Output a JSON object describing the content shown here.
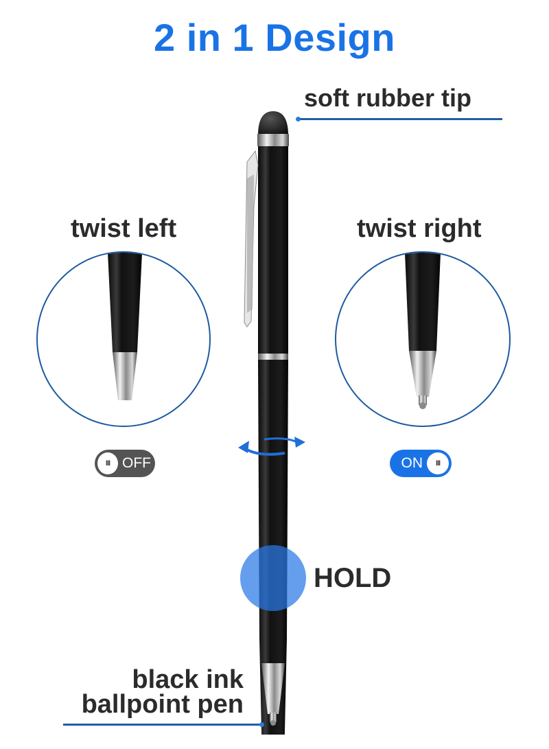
{
  "title": "2 in 1 Design",
  "labels": {
    "soft_tip": "soft rubber tip",
    "twist_left": "twist left",
    "twist_right": "twist right",
    "hold": "HOLD",
    "ink_line1": "black ink",
    "ink_line2": "ballpoint pen"
  },
  "toggles": {
    "left": {
      "state": "OFF",
      "knob_glyph": "III"
    },
    "right": {
      "state": "ON",
      "knob_glyph": "III"
    }
  },
  "colors": {
    "accent_blue": "#1a73e6",
    "leader_line": "#1e5fa6",
    "circle_outline": "#1b5aa0",
    "text_dark": "#2b2b2b",
    "toggle_off_bg": "#545454",
    "pen_body": "#111111",
    "chrome": "#b9b9b9"
  },
  "icons": {
    "rotation": "rotate-arrows-icon",
    "stylus": "stylus-tip-icon",
    "ballpoint": "ballpoint-tip-icon"
  }
}
